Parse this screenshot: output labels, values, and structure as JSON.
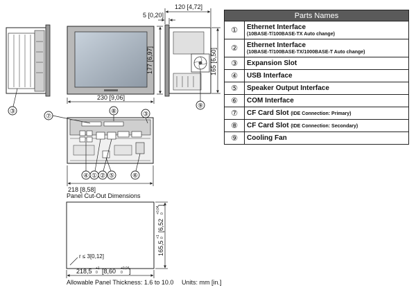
{
  "parts_table": {
    "header": "Parts Names",
    "rows": [
      {
        "num": "①",
        "name": "Ethernet Interface",
        "sub": "(10BASE-T/100BASE-TX Auto change)"
      },
      {
        "num": "②",
        "name": "Ethernet Interface",
        "sub": "(10BASE-T/100BASE-TX/1000BASE-T Auto change)"
      },
      {
        "num": "③",
        "name": "Expansion Slot",
        "sub": ""
      },
      {
        "num": "④",
        "name": "USB Interface",
        "sub": ""
      },
      {
        "num": "⑤",
        "name": "Speaker Output Interface",
        "sub": ""
      },
      {
        "num": "⑥",
        "name": "COM Interface",
        "sub": ""
      },
      {
        "num": "⑦",
        "name": "CF Card Slot",
        "sub": "(IDE Connection: Primary)"
      },
      {
        "num": "⑧",
        "name": "CF Card Slot",
        "sub": "(IDE Connection: Secondary)"
      },
      {
        "num": "⑨",
        "name": "Cooling Fan",
        "sub": ""
      }
    ]
  },
  "dimensions": {
    "front_width": "230 [9,06]",
    "front_height": "177 [6,97]",
    "side_depth": "120 [4,72]",
    "bezel_thickness": "5 [0,20]",
    "side_height": "165 [6,50]",
    "bottom_width": "218 [8,58]"
  },
  "cutout": {
    "title": "Panel Cut-Out Dimensions",
    "radius_label": "r ≤ 3[0,12]",
    "width_label": "218,5",
    "width_tol_upper": "+1",
    "width_tol_lower": "0",
    "width_inch": "[8,60",
    "width_inch_tol_upper": "+0,04",
    "width_inch_tol_lower": "0",
    "height_label": "165,5",
    "height_tol_upper": "+1",
    "height_tol_lower": "0",
    "height_inch": "[6,52",
    "height_inch_tol_upper": "+0,04",
    "height_inch_tol_lower": "0",
    "thickness_note": "Allowable Panel Thickness: 1.6 to 10.0"
  },
  "units_note": "Units: mm [in.]",
  "callouts": {
    "c1": "①",
    "c2": "②",
    "c3": "③",
    "c4": "④",
    "c5": "⑤",
    "c6": "⑥",
    "c7": "⑦",
    "c8": "⑧",
    "c9": "⑨"
  }
}
